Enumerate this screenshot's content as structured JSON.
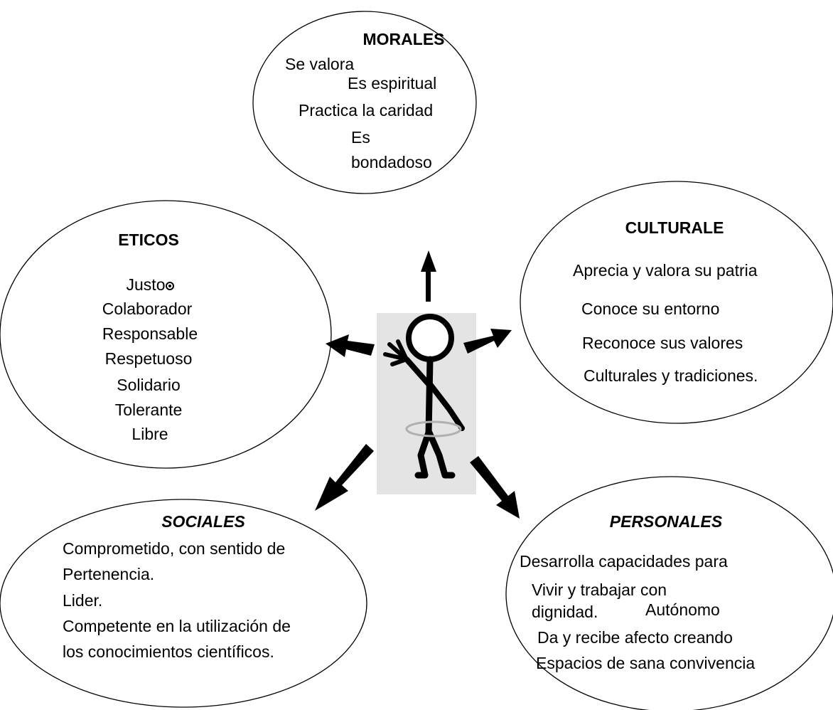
{
  "morales": {
    "title": "MORALES",
    "lines": [
      "Se valora",
      "Es espiritual",
      "Practica la caridad",
      "Es",
      "bondadoso"
    ]
  },
  "eticos": {
    "title": "ETICOS",
    "lines": [
      "Justo",
      "Colaborador",
      "Responsable",
      "Respetuoso",
      "Solidario",
      "Tolerante",
      "Libre"
    ]
  },
  "culturales": {
    "title": "CULTURALE",
    "lines": [
      "Aprecia y valora su patria",
      "Conoce su entorno",
      "Reconoce sus valores",
      "Culturales y tradiciones."
    ]
  },
  "sociales": {
    "title": "SOCIALES",
    "lines": [
      "Comprometido, con sentido de",
      "Pertenencia.",
      "Lider.",
      "Competente en la utilización de",
      "los conocimientos científicos."
    ]
  },
  "personales": {
    "title": "PERSONALES",
    "lines": [
      "Desarrolla capacidades para",
      "Vivir y trabajar con",
      "dignidad.",
      "Autónomo",
      "Da  y recibe afecto creando",
      "Espacios de sana convivencia"
    ]
  },
  "icons": [
    "stick-figure-icon",
    "arrow-icon"
  ],
  "colors": {
    "stroke": "#000000",
    "figure_bg": "#e4e4e4",
    "background": "#ffffff"
  }
}
